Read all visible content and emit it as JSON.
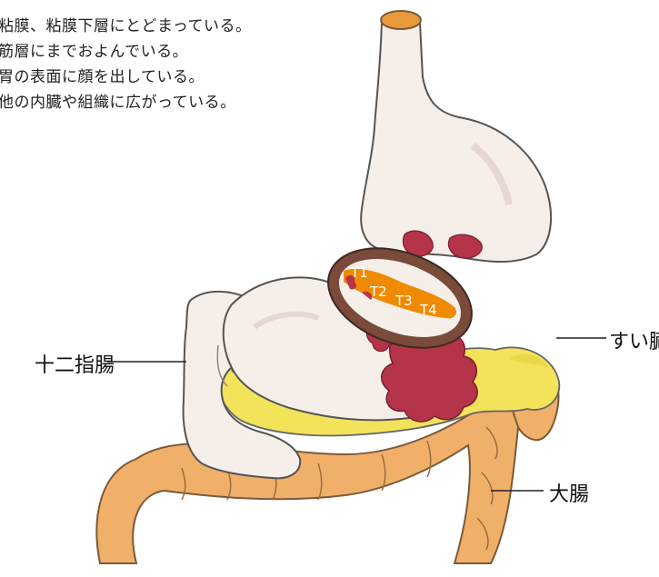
{
  "legend": [
    "粘膜、粘膜下層にとどまっている。",
    "筋層にまでおよんでいる。",
    "胃の表面に顔を出している。",
    "他の内臓や組織に広がっている。"
  ],
  "tumor_stages": [
    "T1",
    "T2",
    "T3",
    "T4"
  ],
  "organ_labels": {
    "duodenum": "十二指腸",
    "pancreas": "すい臓",
    "large_intestine": "大腸"
  },
  "colors": {
    "stomach": "#f6efe9",
    "stomach_outline": "#555555",
    "tumor": "#b5344a",
    "cancer_layer": "#f08a00",
    "stomach_wall": "#7a4a3a",
    "pancreas": "#f2e35a",
    "large_intestine": "#f0b06a",
    "esophagus_cap": "#e89a3a"
  }
}
